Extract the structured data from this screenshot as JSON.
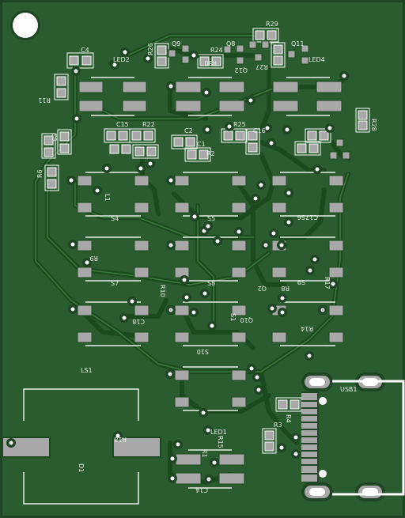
{
  "board": {
    "colors": {
      "board": "#2b5c2f",
      "edge": "#1f4624",
      "trace": "#1b4a1f",
      "trace_light": "#3c7a40",
      "pad": "#a8a8a8",
      "pad_edge": "#ffffff",
      "silk": "#e8efe6",
      "via": "#1f4624"
    }
  },
  "labels": {
    "c4": "C4",
    "led2": "LED2",
    "r26": "R26",
    "q9": "Q9",
    "r24": "R24",
    "q8": "Q8",
    "r29": "R29",
    "q11": "Q11",
    "led4": "LED4",
    "q12": "Q12",
    "r27": "R27",
    "r30": "R30",
    "r11": "R11",
    "c15": "C15",
    "r22": "R22",
    "c2": "C2",
    "r25": "R25",
    "c16": "C16",
    "r28": "R28",
    "c3": "C3",
    "c1": "C1",
    "r2": "R2",
    "r6": "R6",
    "s4": "S4",
    "l1": "L1",
    "s5": "S5",
    "s6": "S6",
    "c17": "C17",
    "r9": "R9",
    "s7": "S7",
    "s8": "S8",
    "r10": "R10",
    "s9": "S9",
    "q2": "Q2",
    "c18": "C18",
    "r17": "R17",
    "q10": "Q10",
    "r14": "R14",
    "s10": "S10",
    "ls1": "LS1",
    "r8": "R8",
    "s1": "S1",
    "d1": "D1",
    "r18": "R18",
    "led1": "LED1",
    "r1": "R1",
    "r3": "R3",
    "r15": "R15",
    "r4": "R4",
    "c14": "C14",
    "usb1": "USB1"
  }
}
